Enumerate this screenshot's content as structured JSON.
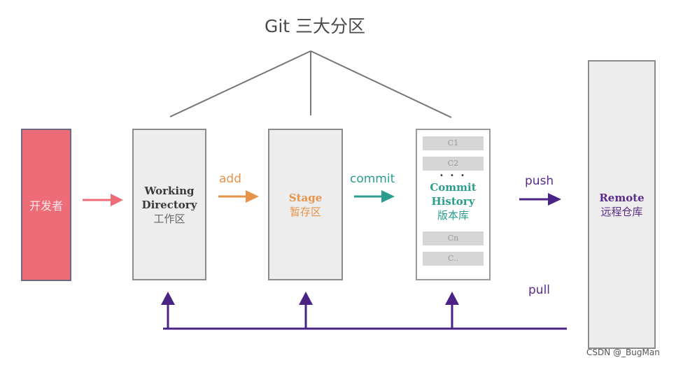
{
  "title": "Git 三大分区",
  "developer": {
    "label": "开发者",
    "color": "#ee6b78"
  },
  "working_directory": {
    "label_en_1": "Working",
    "label_en_2": "Directory",
    "label_zh": "工作区"
  },
  "stage": {
    "label_en": "Stage",
    "label_zh": "暂存区",
    "color": "#e8934a"
  },
  "commit_history": {
    "commits_top": [
      "C1",
      "C2"
    ],
    "ellipsis": "• • •",
    "label_en_1": "Commit",
    "label_en_2": "History",
    "label_zh": "版本库",
    "commits_bottom": [
      "Cn",
      "C.."
    ],
    "color": "#2a9d8f"
  },
  "remote": {
    "label_en": "Remote",
    "label_zh": "远程仓库",
    "color": "#5a2b8a"
  },
  "arrows": {
    "add": "add",
    "commit": "commit",
    "push": "push",
    "pull": "pull"
  },
  "watermark": "CSDN @_BugMan"
}
